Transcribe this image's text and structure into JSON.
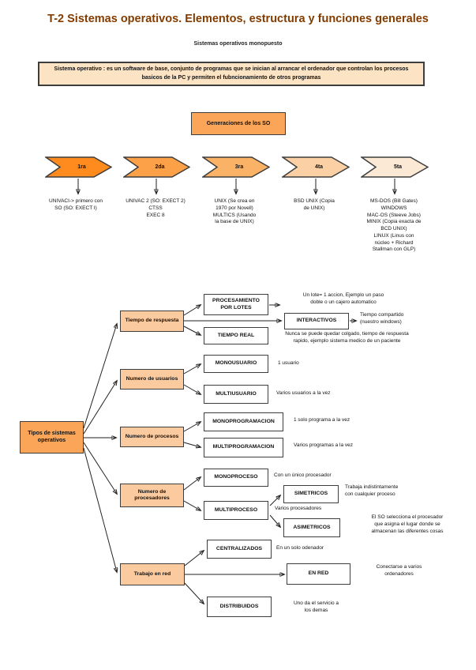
{
  "header": {
    "title": "T-2  Sistemas operativos. Elementos, estructura y funciones generales",
    "subtitle": "Sistemas operativos monopuesto",
    "definition": "Sistema operativo : es un software de base, conjunto de programas que se inician al arrancar el ordenador que controlan los procesos basicos de la PC y permiten el fubncionamiento de otros programas"
  },
  "colors": {
    "title": "#833C00",
    "box_orange": "#FBA558",
    "box_light_orange": "#FBCA9E",
    "definition_bg": "#FBE3C3"
  },
  "generations": {
    "heading": "Generaciones de los SO",
    "items": [
      {
        "label": "1ra",
        "color": "#FF8A1E",
        "note": "UNIVACI-> primero con\nSO (SO: EXECT I)"
      },
      {
        "label": "2da",
        "color": "#FCA148",
        "note": "UNIVAC 2 (SO: EXECT 2)\nCTSS\nEXEC 8"
      },
      {
        "label": "3ra",
        "color": "#F9B266",
        "note": "UNIX (Se crea en\n1970 por Novell)\nMULTICS (Usando\nla base de UNIX)"
      },
      {
        "label": "4ta",
        "color": "#FBD0A4",
        "note": "BSD UNIX (Copia\nde UNIX)"
      },
      {
        "label": "5ta",
        "color": "#FBE8D5",
        "note": "MS-DOS (Bill Gates)\nWINDOWS\nMAC-OS (Steeve Jobs)\nMINIX (Copia exacta de\nBCD UNIX)\nLINUX (Linus con\nnúcleo + Richard\nStallman con GLP)"
      }
    ]
  },
  "tree": {
    "root": "Tipos de sistemas operativos",
    "categories": {
      "respuesta": "Tiempo de respuesta",
      "usuarios": "Numero de usuarios",
      "procesos": "Numero de procesos",
      "procesadores": "Numero de\nprocesadores",
      "red": "Trabajo en red"
    },
    "nodes": {
      "lotes": {
        "label": "PROCESAMIENTO\nPOR LOTES",
        "note": "Un lote= 1 accion,  Ejemplo un paso\ndoble o un cajero automatico"
      },
      "interactivos": {
        "label": "INTERACTIVOS",
        "note": "Tiempo compartido\n(nuestro windows)"
      },
      "tiempo_real": {
        "label": "TIEMPO REAL",
        "note": "Nunca se puede quedar colgado, tiempo de respuesta\nrapido, ejemplo sistema medico de un paciente"
      },
      "monousuario": {
        "label": "MONOUSUARIO",
        "note": "1 usuario"
      },
      "multiusuario": {
        "label": "MULTIUSUARIO",
        "note": "Varios usuarios a la vez"
      },
      "monoprogramacion": {
        "label": "MONOPROGRAMACION",
        "note": "1 solo programa a la vez"
      },
      "multiprogramacion": {
        "label": "MULTIPROGRAMACION",
        "note": "Varios programas a la vez"
      },
      "monoproceso": {
        "label": "MONOPROCESO",
        "note": "Con un único procesador"
      },
      "multiproceso": {
        "label": "MULTIPROCESO",
        "note": "Varios procesadores"
      },
      "simetricos": {
        "label": "SIMETRICOS",
        "note": "Trabaja indistintamente\ncon cualquier proceso"
      },
      "asimetricos": {
        "label": "ASIMETRICOS",
        "note": "El SO selecciona el procesador\nque  asigna el lugar donde se\nalmacenan las diferentes cosas"
      },
      "centralizados": {
        "label": "CENTRALIZADOS",
        "note": "En un solo odenador"
      },
      "en_red": {
        "label": "EN RED",
        "note": "Conectarse a varios\nordenadores"
      },
      "distribuidos": {
        "label": "DISTRIBUIDOS",
        "note": "Uno da el servicio a\nlos demas"
      }
    }
  }
}
